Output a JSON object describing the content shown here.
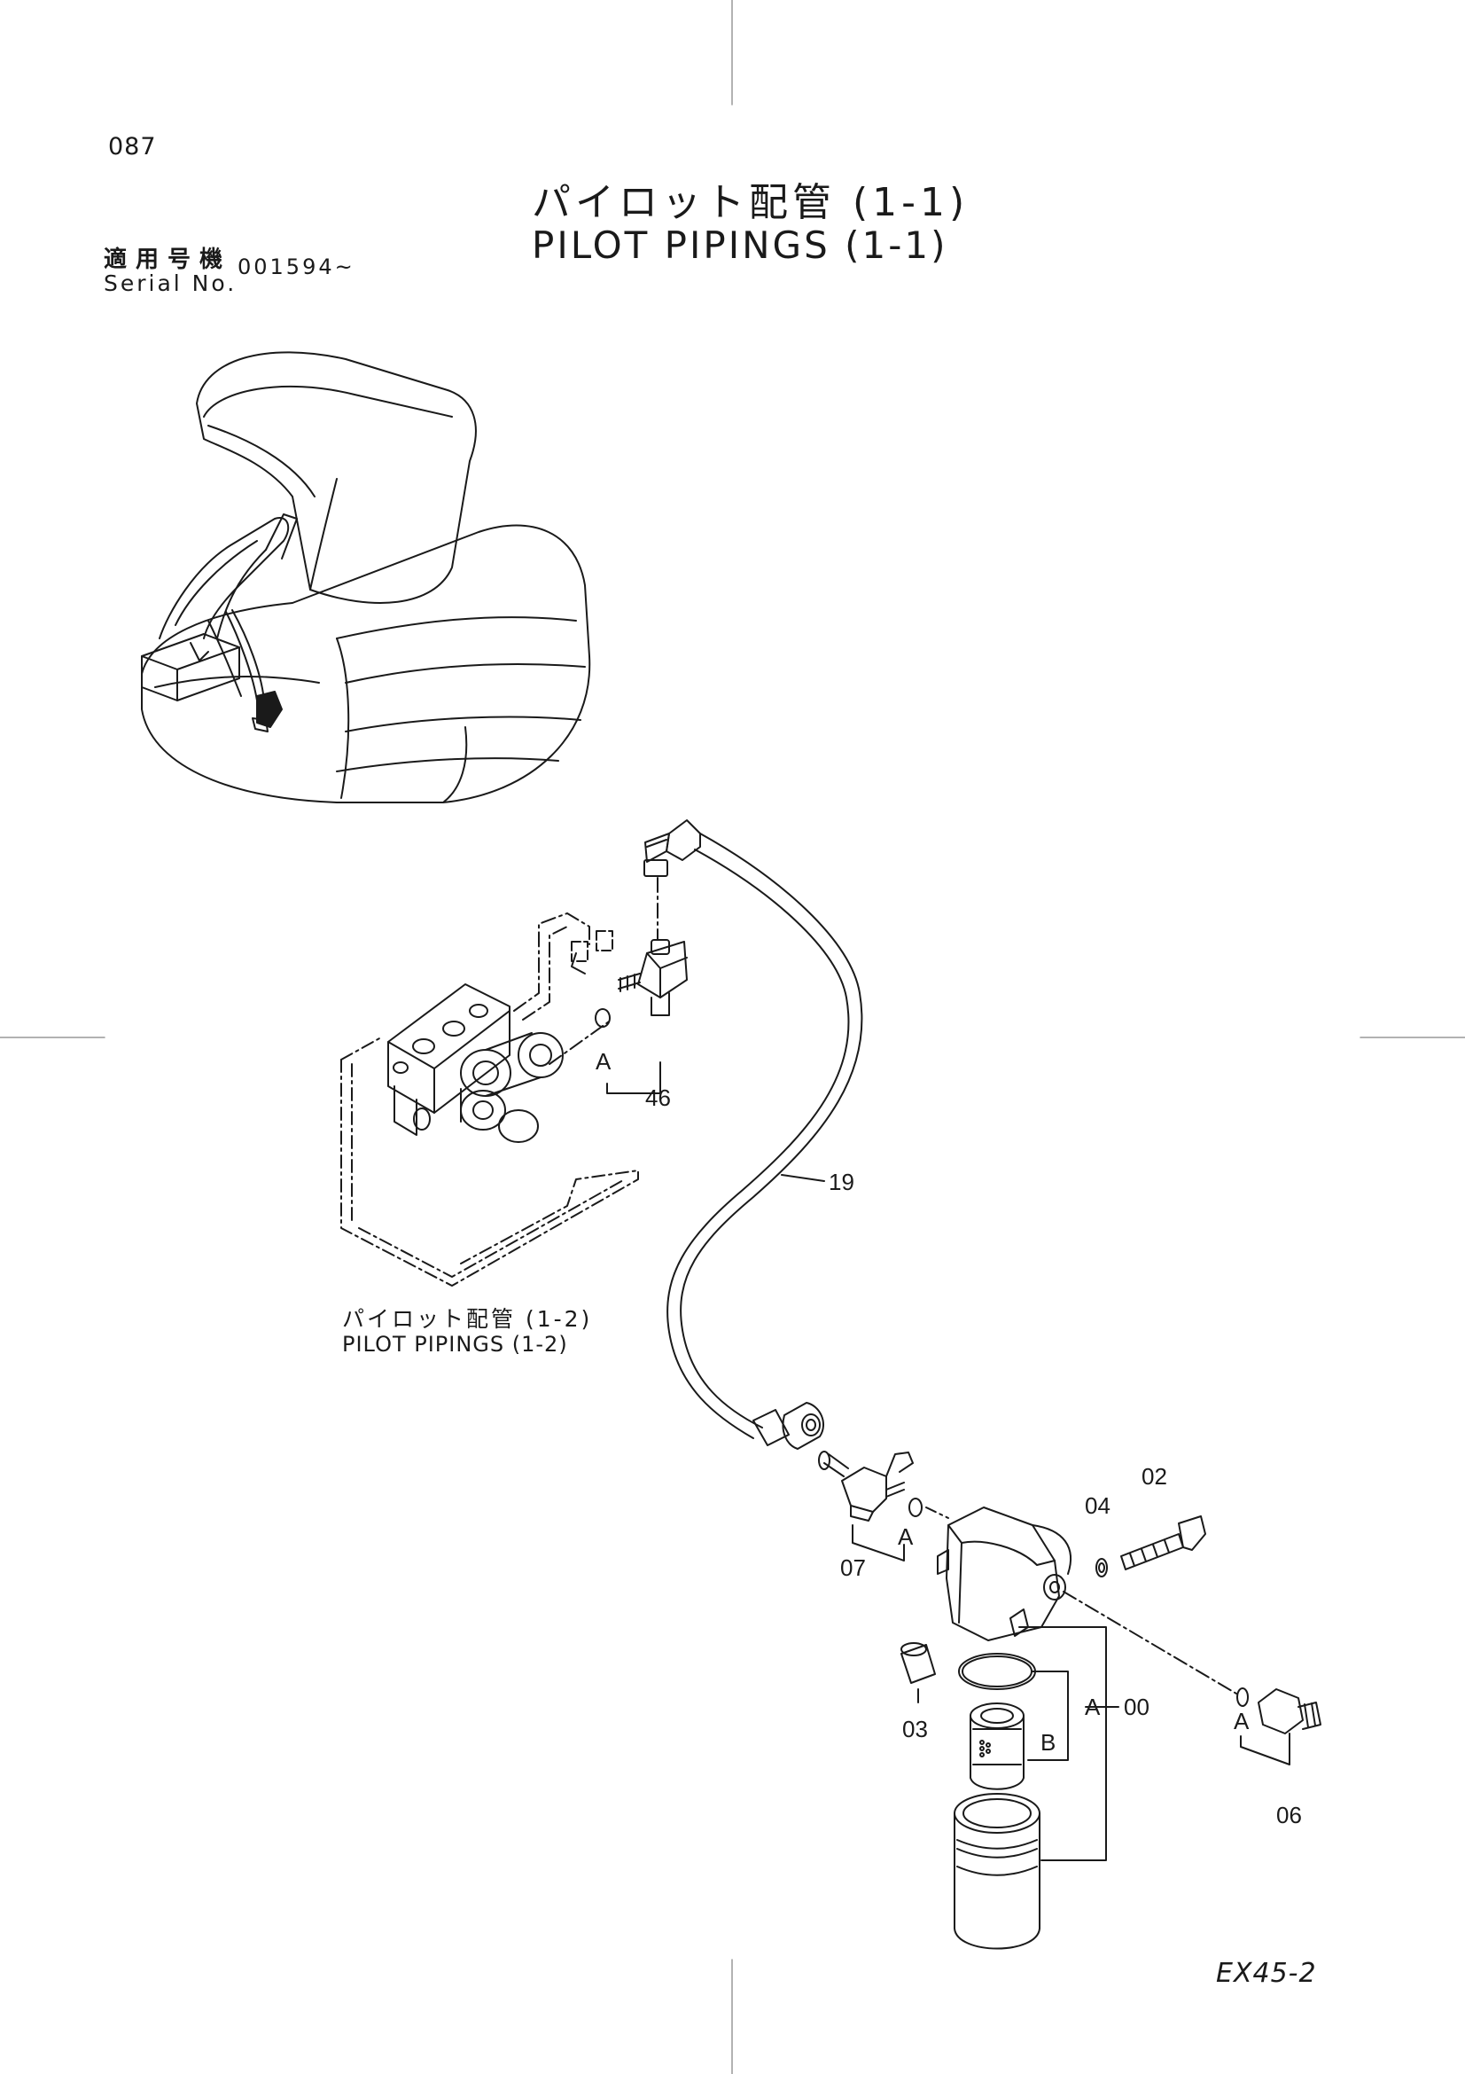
{
  "page_number": "087",
  "title": {
    "japanese": "パイロット配管 (1-1)",
    "english": "PILOT PIPINGS (1-1)"
  },
  "serial": {
    "label_japanese": "適用号機",
    "label_english": "Serial No.",
    "range": "001594~"
  },
  "reference": {
    "japanese": "パイロット配管 (1-2)",
    "english": "PILOT PIPINGS (1-2)"
  },
  "callouts": {
    "p46": "46",
    "p19": "19",
    "p02": "02",
    "p04": "04",
    "p07": "07",
    "p03": "03",
    "p00": "00",
    "p06": "06",
    "a_valve": "A",
    "a_07": "A",
    "a_00": "A",
    "b_00": "B",
    "a_06": "A"
  },
  "model_code": "EX45-2",
  "colors": {
    "ink": "#1a1a1a",
    "paper": "#ffffff"
  }
}
